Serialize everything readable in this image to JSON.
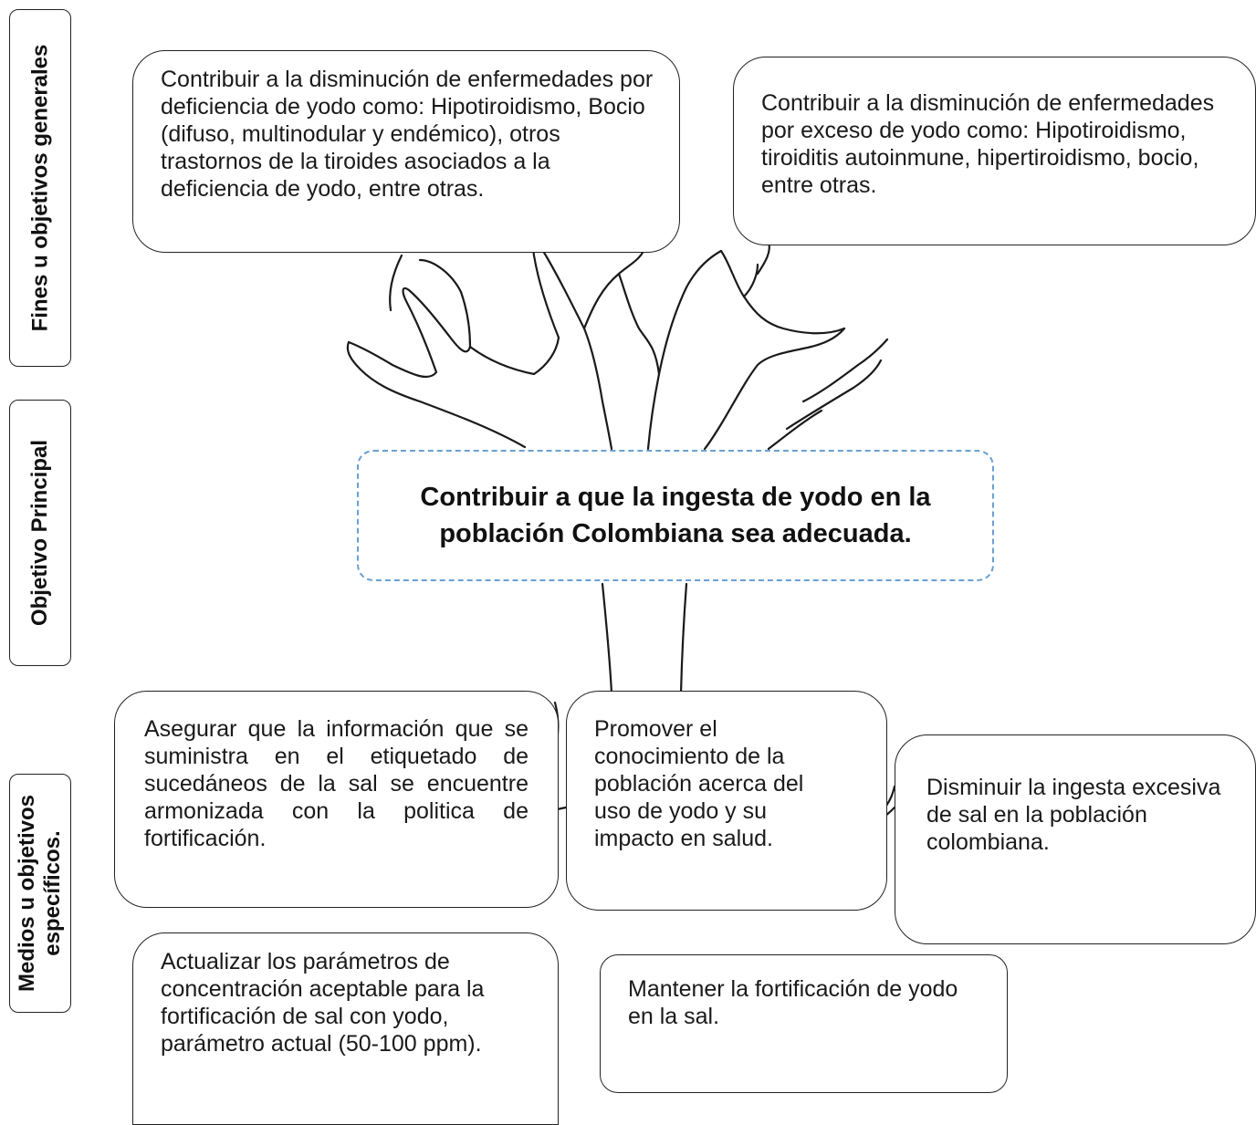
{
  "side_labels": {
    "fines": "Fines u objetivos generales",
    "principal": "Objetivo Principal",
    "medios_line1": "Medios u objetivos",
    "medios_line2": "específicos."
  },
  "fines": [
    "Contribuir a la disminución de enfermedades por deficiencia de yodo como: Hipotiroidismo, Bocio (difuso, multinodular y endémico), otros trastornos de la tiroides asociados a la deficiencia de yodo, entre otras.",
    "Contribuir a la disminución de enfermedades por exceso de yodo como: Hipotiroidismo, tiroiditis autoinmune, hipertiroidismo, bocio, entre otras."
  ],
  "main_objective": "Contribuir a que la ingesta de yodo en la población Colombiana sea adecuada.",
  "medios": [
    "Asegurar que la información que se suministra en el etiquetado de sucedáneos de la sal se encuentre armonizada con la politica de fortificación.",
    "Promover el conocimiento de la población acerca del uso de yodo y su impacto en salud.",
    "Disminuir la ingesta excesiva de sal en la población colombiana.",
    "Actualizar los parámetros de concentración aceptable para la fortificación de sal con yodo, parámetro actual (50-100 ppm).",
    "Mantener la fortificación de yodo en la sal."
  ],
  "colors": {
    "outline": "#222222",
    "main_border": "#6a9fd4"
  }
}
